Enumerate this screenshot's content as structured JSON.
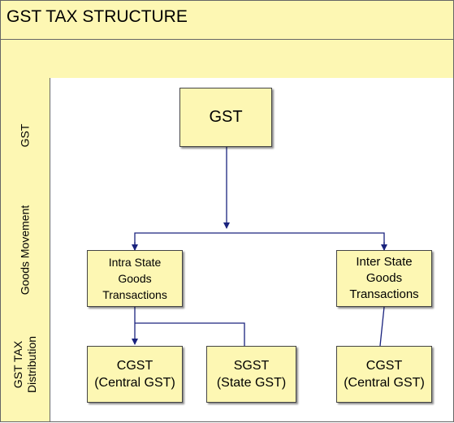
{
  "header": {
    "title": "GST TAX STRUCTURE",
    "subtitle": ""
  },
  "lanes": [
    {
      "label": "GST"
    },
    {
      "label": "Goods Movement"
    },
    {
      "label": "GST TAX\nDistribution"
    }
  ],
  "nodes": {
    "gst": "GST",
    "intra_state": "Intra State\nGoods\nTransactions",
    "inter_state": "Inter State\nGoods\nTransactions",
    "cgst_left": "CGST\n(Central GST)",
    "sgst": "SGST\n(State GST)",
    "cgst_right": "CGST\n(Central GST)"
  },
  "colors": {
    "fill": "#fdf7b3",
    "connector": "#1a237e",
    "border": "#666666"
  }
}
